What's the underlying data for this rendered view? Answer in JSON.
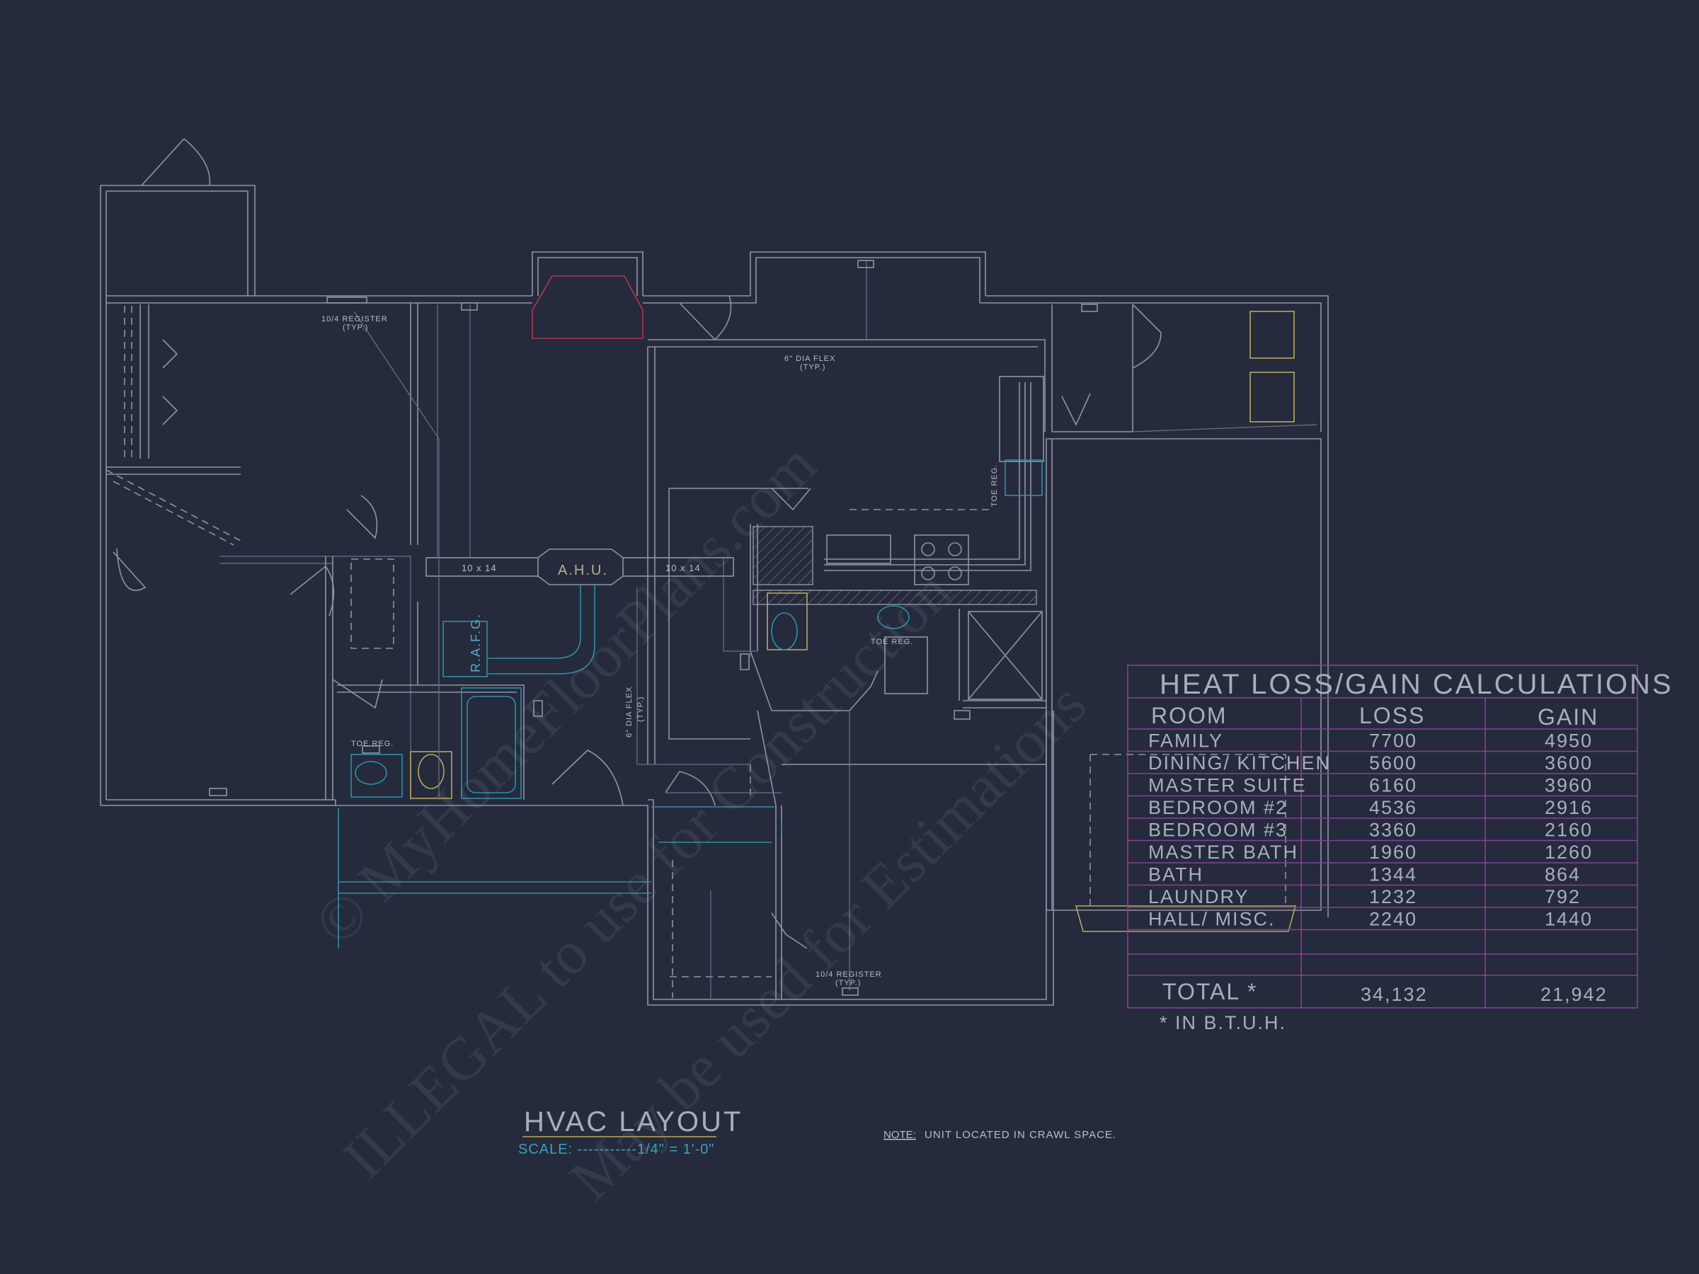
{
  "plan": {
    "labels": {
      "register_top": "10/4 REGISTER",
      "register_top_typ": "(TYP.)",
      "flex_top": "6\" DIA FLEX",
      "flex_top_typ": "(TYP.)",
      "duct_left": "10 x 14",
      "duct_right": "10 x 14",
      "ahu": "A.H.U.",
      "rafg": "R.A.F.G.",
      "toe_reg_kitchen": "TOE REG.",
      "toe_reg_bath": "TOE REG.",
      "toe_reg_left": "TOE REG.",
      "flex_vertical": "6\" DIA FLEX",
      "flex_vertical_typ": "(TYP.)",
      "register_bottom": "10/4 REGISTER",
      "register_bottom_typ": "(TYP.)"
    },
    "title": "HVAC LAYOUT",
    "scale_label": "SCALE: -----------1/4\" = 1'-0\"",
    "note_label": "NOTE:",
    "note_text": "UNIT LOCATED IN CRAWL SPACE."
  },
  "calc_table": {
    "title": "HEAT LOSS/GAIN CALCULATIONS",
    "headers": [
      "ROOM",
      "LOSS",
      "GAIN"
    ],
    "rows": [
      {
        "room": "FAMILY",
        "loss": "7700",
        "gain": "4950"
      },
      {
        "room": "DINING/ KITCHEN",
        "loss": "5600",
        "gain": "3600"
      },
      {
        "room": "MASTER SUITE",
        "loss": "6160",
        "gain": "3960"
      },
      {
        "room": "BEDROOM #2",
        "loss": "4536",
        "gain": "2916"
      },
      {
        "room": "BEDROOM #3",
        "loss": "3360",
        "gain": "2160"
      },
      {
        "room": "MASTER BATH",
        "loss": "1960",
        "gain": "1260"
      },
      {
        "room": "BATH",
        "loss": "1344",
        "gain": "864"
      },
      {
        "room": "LAUNDRY",
        "loss": "1232",
        "gain": "792"
      },
      {
        "room": "HALL/ MISC.",
        "loss": "2240",
        "gain": "1440"
      }
    ],
    "total_label": "TOTAL *",
    "total_loss": "34,132",
    "total_gain": "21,942",
    "footnote": "* IN B.T.U.H."
  },
  "watermarks": {
    "line1": "© MyHomeFloorPlans.com",
    "line2": "ILLEGAL to use for Construction",
    "line3": "May be used for Estimations"
  },
  "colors": {
    "background": "#252a3c",
    "wall": "#8f93a6",
    "duct": "#2f8fa6",
    "fixture": "#b7a95a",
    "table_lines": "#8a3f9a"
  }
}
